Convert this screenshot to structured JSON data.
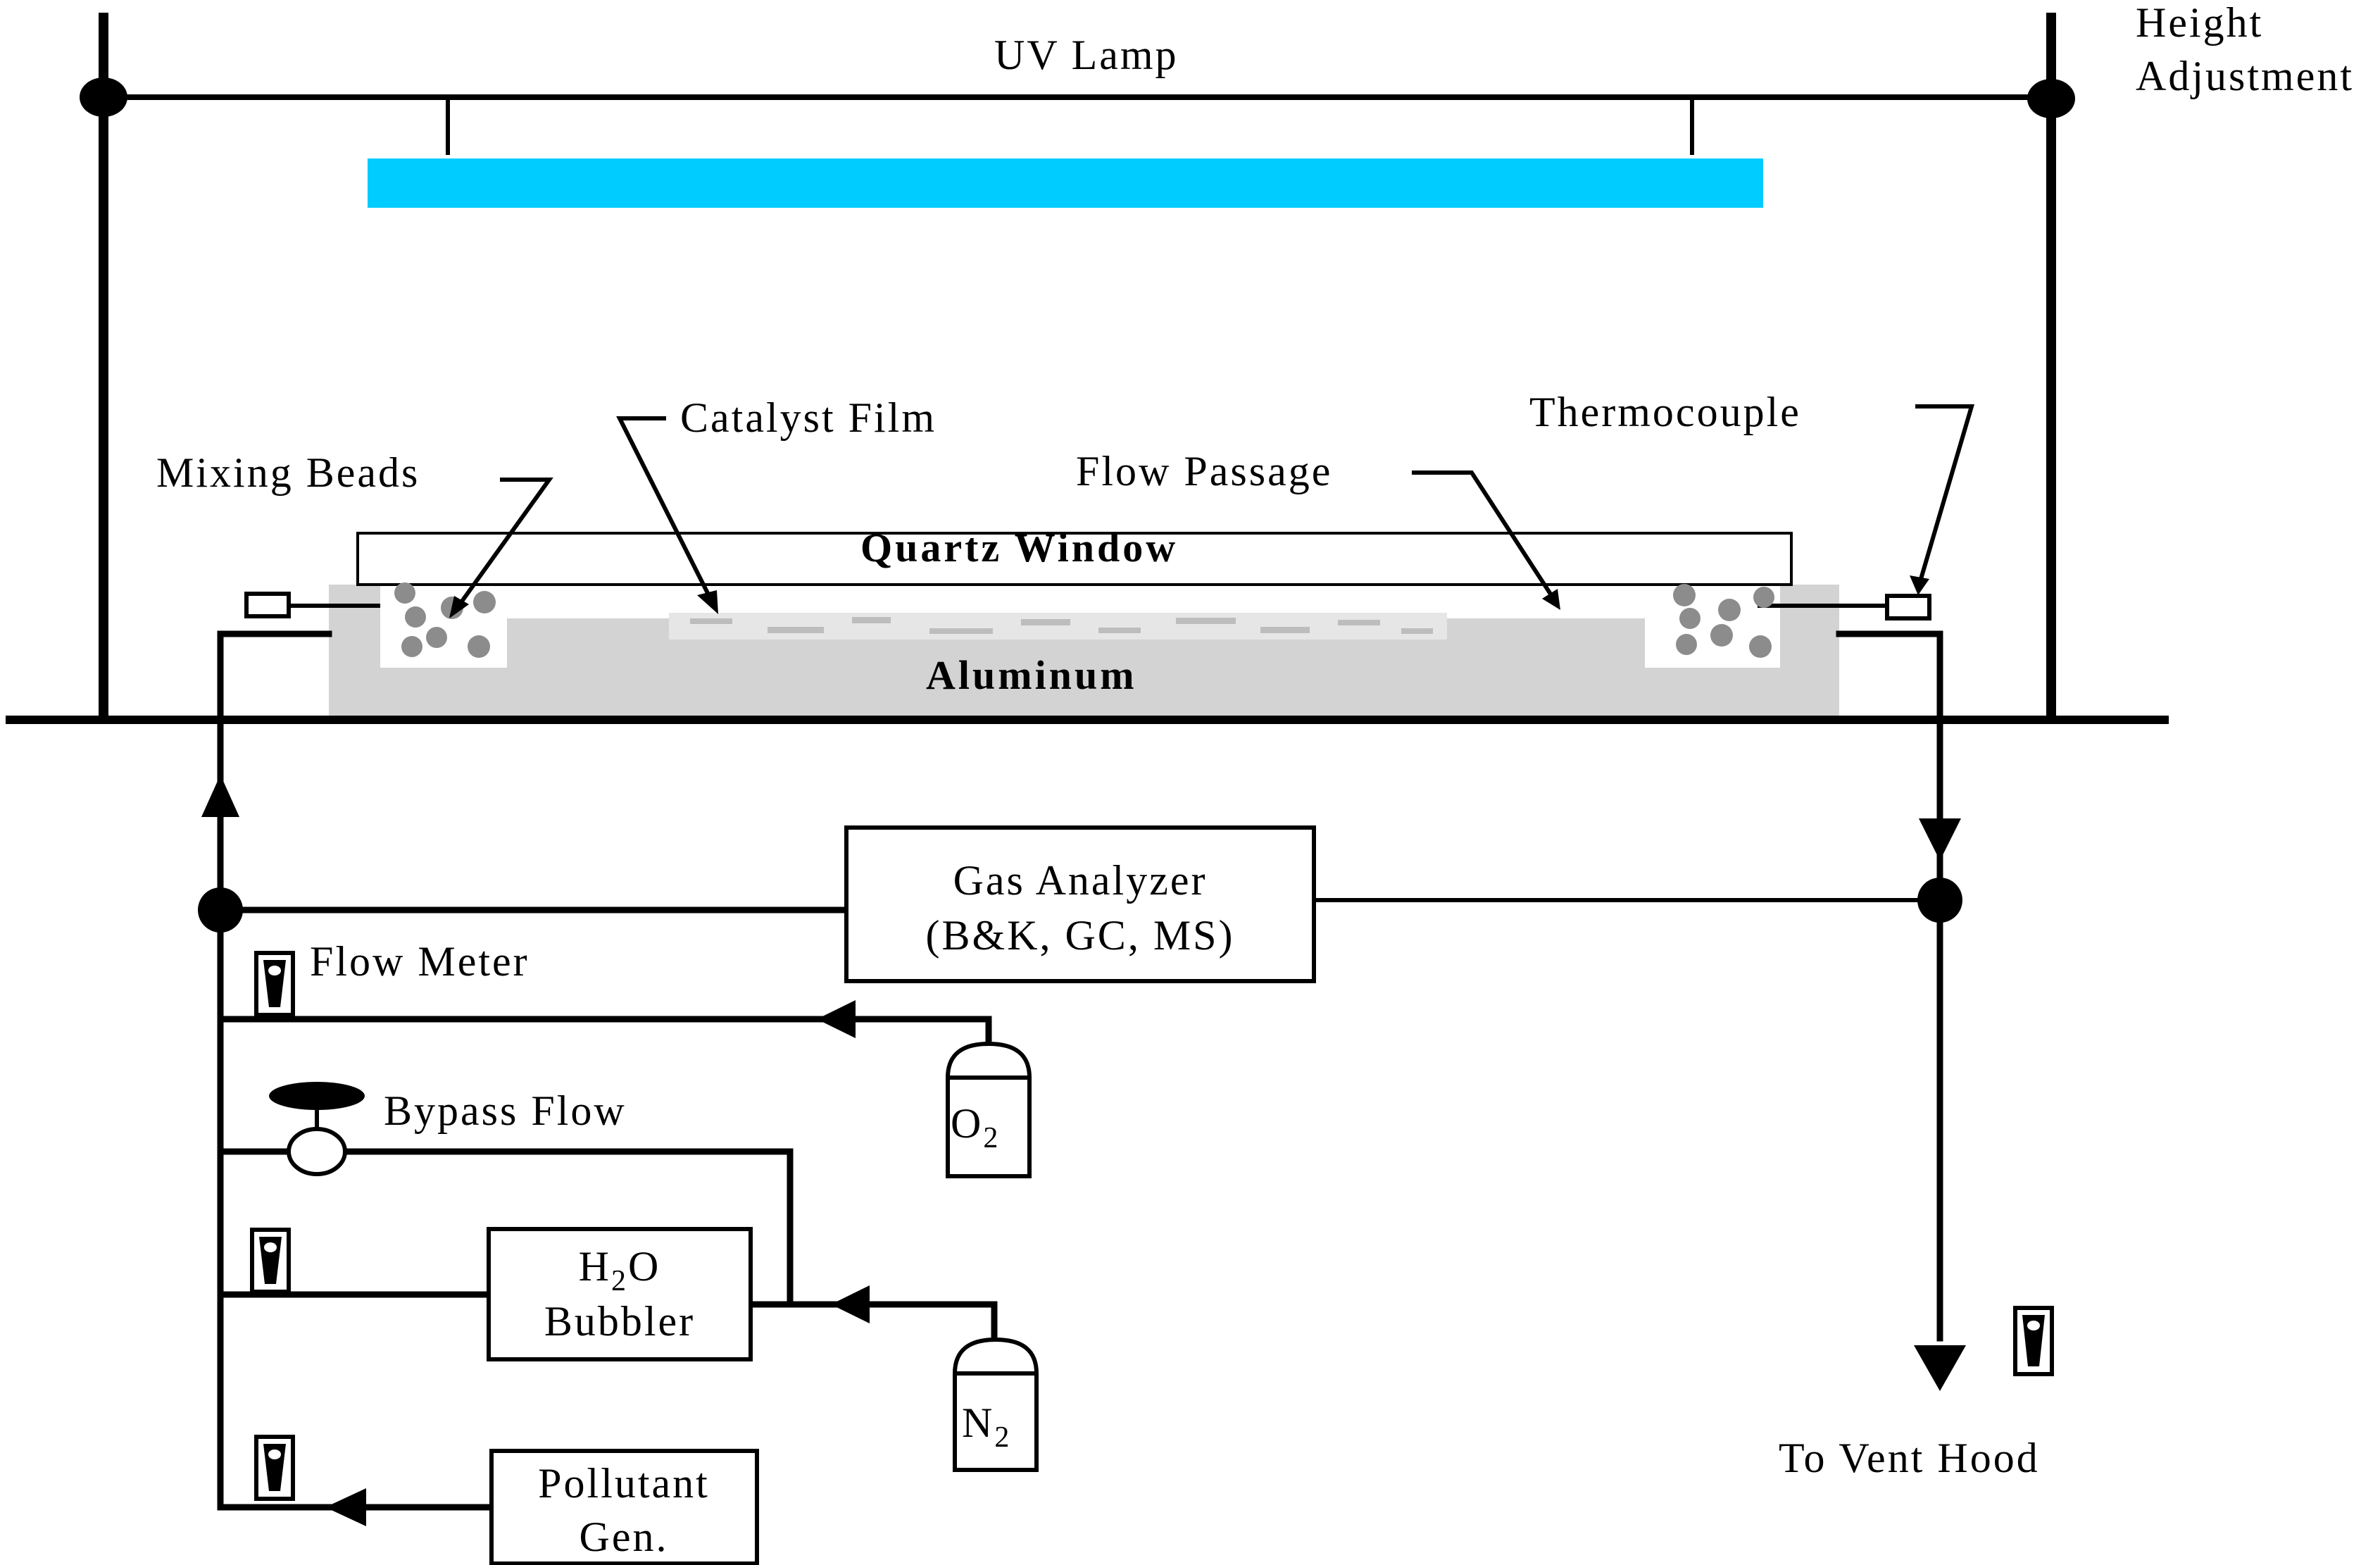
{
  "labels": {
    "uv_lamp": "UV Lamp",
    "height_line1": "Height",
    "height_line2": "Adjustment",
    "catalyst_film": "Catalyst Film",
    "thermocouple": "Thermocouple",
    "mixing_beads": "Mixing Beads",
    "flow_passage": "Flow Passage",
    "quartz_window": "Quartz Window",
    "aluminum": "Aluminum",
    "gas_analyzer_line1": "Gas Analyzer",
    "gas_analyzer_line2": "(B&K, GC, MS)",
    "flow_meter": "Flow Meter",
    "bypass_flow": "Bypass Flow",
    "o2_base": "O",
    "o2_sub": "2",
    "h2o_h": "H",
    "h2o_sub": "2",
    "h2o_o": "O",
    "bubbler": "Bubbler",
    "n2_base": "N",
    "n2_sub": "2",
    "pollutant_line1": "Pollutant",
    "pollutant_line2": "Gen.",
    "vent_hood": "To Vent Hood"
  },
  "colors": {
    "uv_lamp": "#00CCFF",
    "aluminum": "#D3D3D3",
    "catalyst_film": "#E6E6E6",
    "bead": "#8C8C8C",
    "line": "#000000"
  }
}
